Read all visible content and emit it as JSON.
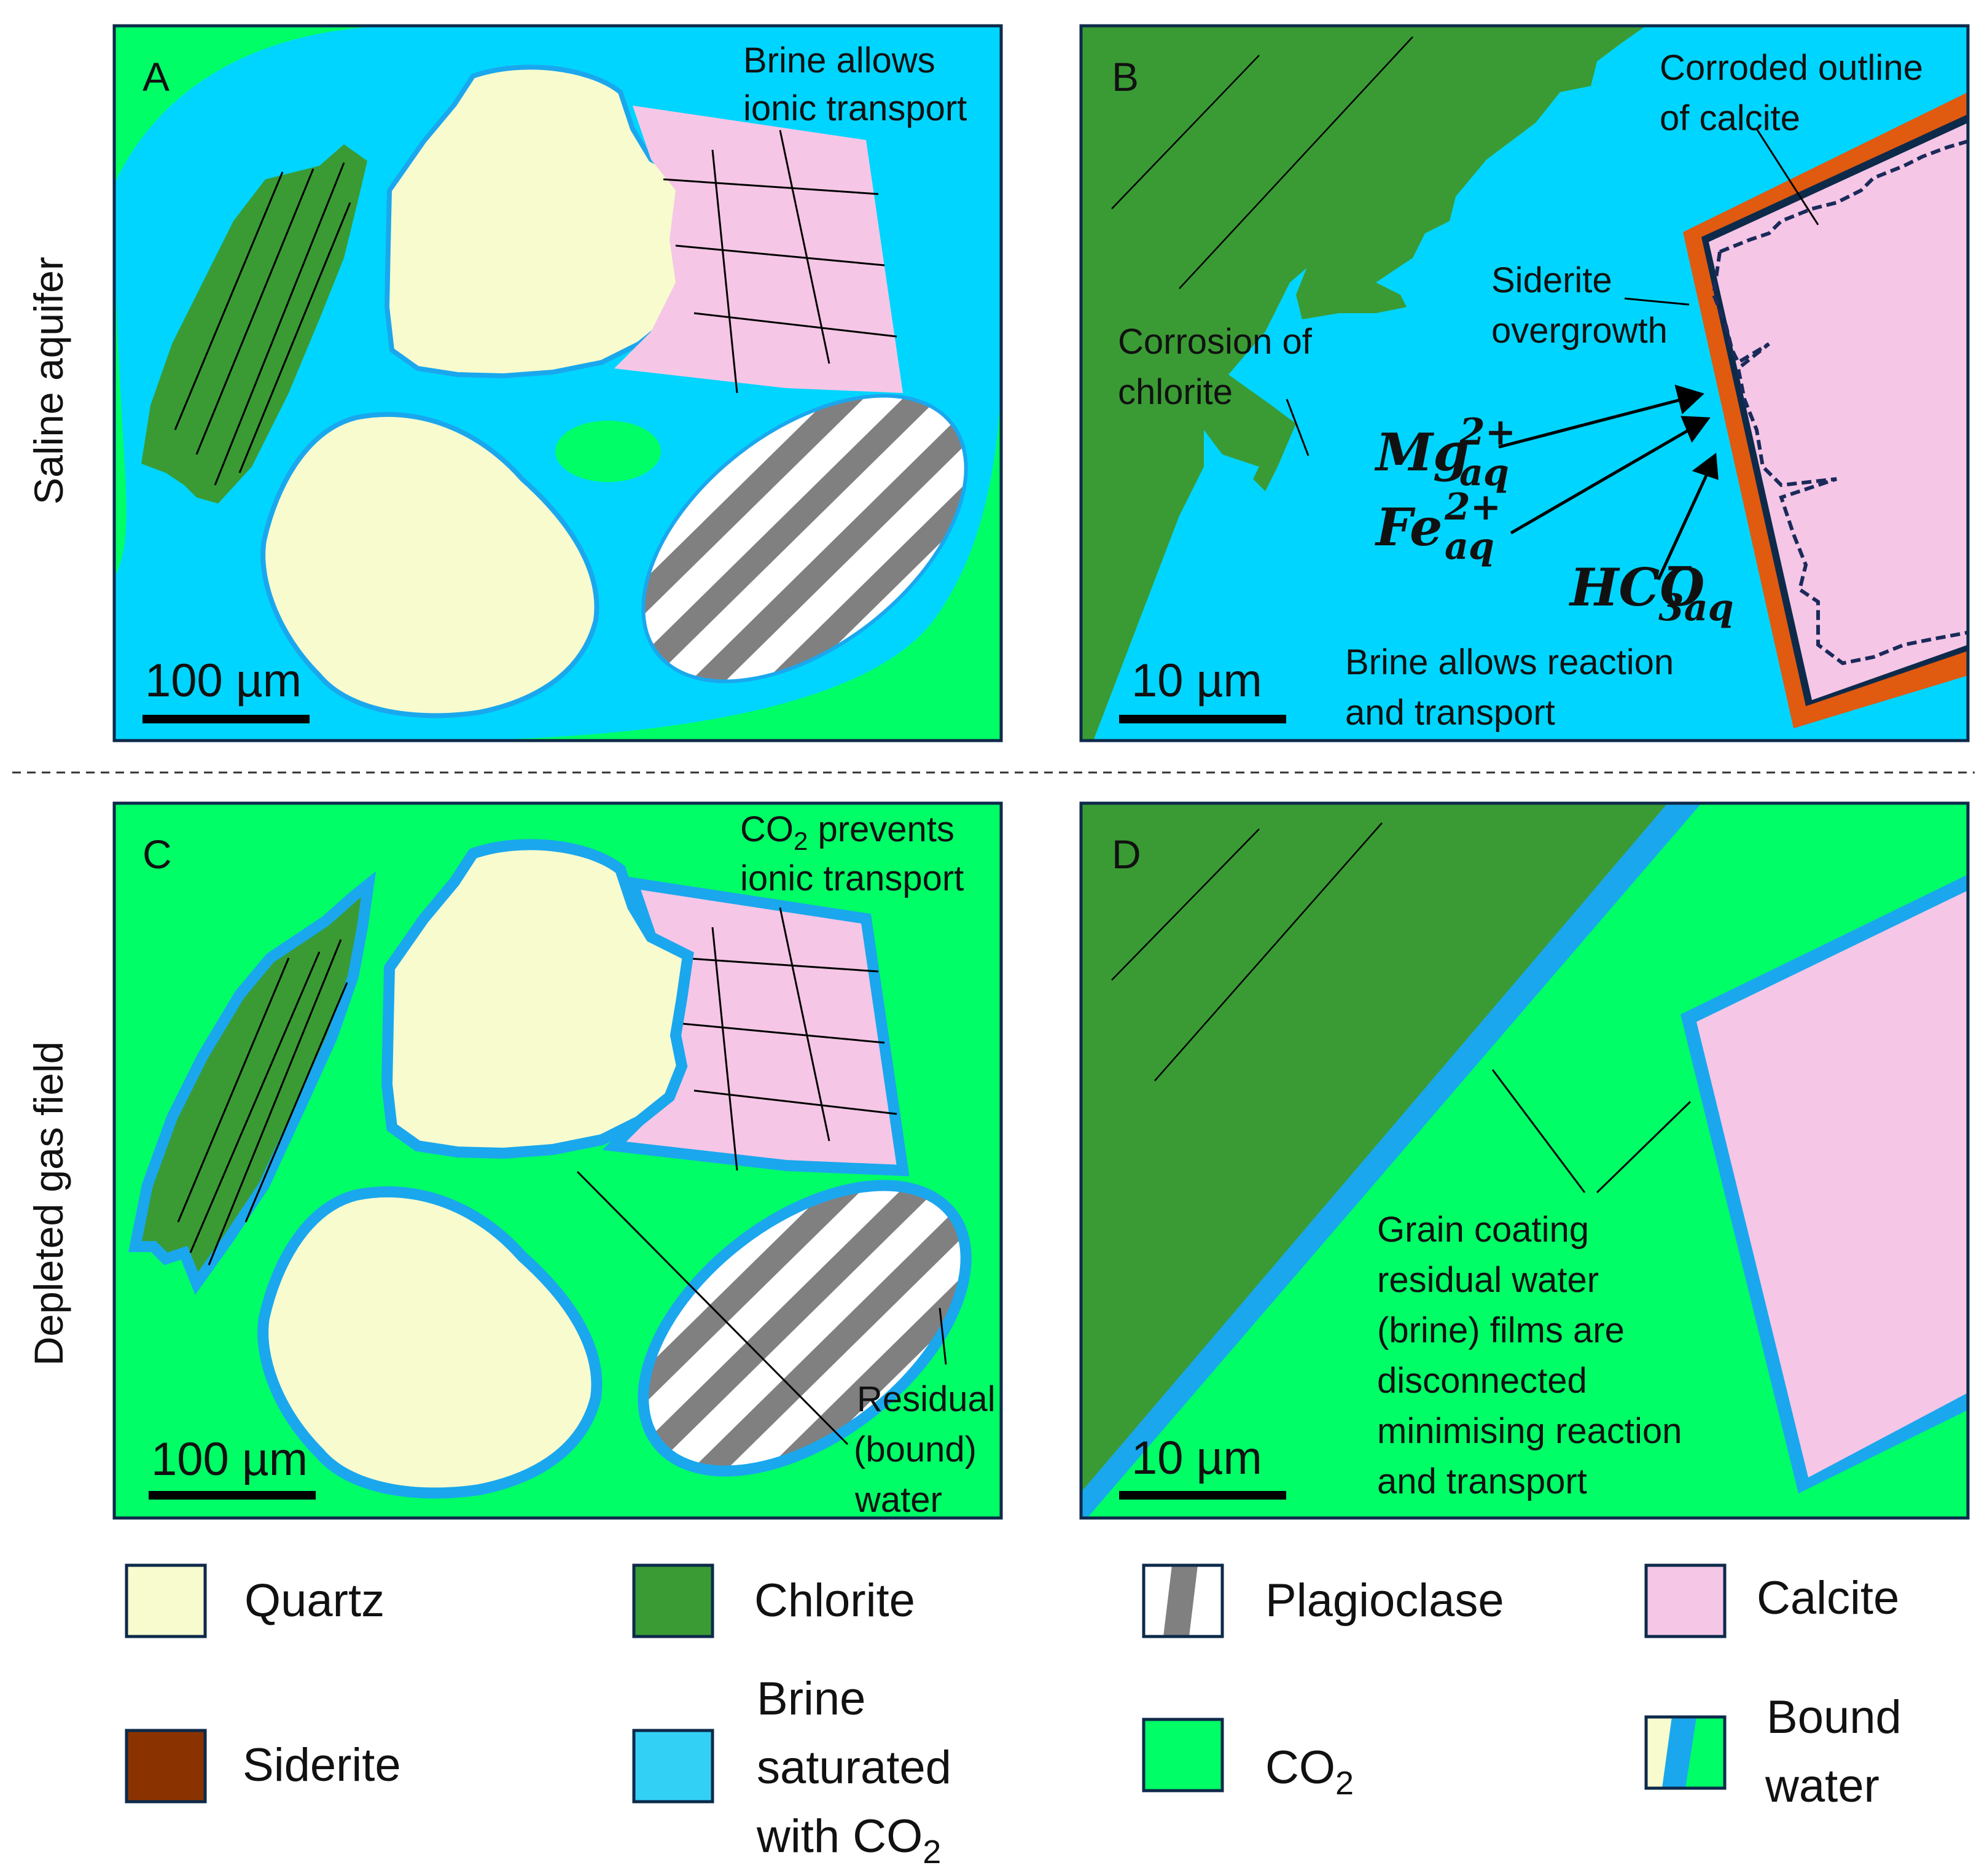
{
  "row_labels": [
    "Saline aquifer",
    "Depleted gas field"
  ],
  "panels": {
    "A": {
      "letter": "A",
      "annotation": [
        "Brine allows",
        "ionic  transport"
      ],
      "scale": "100 µm"
    },
    "B": {
      "letter": "B",
      "corroded": [
        "Corroded outline",
        "of calcite"
      ],
      "siderite": [
        "Siderite",
        "overgrowth"
      ],
      "corrosion": [
        "Corrosion of",
        "chlorite"
      ],
      "ions": [
        {
          "base": "Mg",
          "sup": "2+",
          "sub": "aq"
        },
        {
          "base": "Fe",
          "sup": "2+",
          "sub": "aq"
        },
        {
          "base": "HCO",
          "sup": "−",
          "sub": "3aq"
        }
      ],
      "brine_note": [
        "Brine allows reaction",
        "and transport"
      ],
      "scale": "10 µm"
    },
    "C": {
      "letter": "C",
      "co2_line1_main": "CO",
      "co2_line1_sub": "2",
      "co2_line1_rest": " prevents",
      "co2_line2": "ionic  transport",
      "residual": [
        "Residual",
        "(bound)",
        "water"
      ],
      "scale": "100 µm"
    },
    "D": {
      "letter": "D",
      "coating": [
        "Grain coating",
        "residual water",
        "(brine) films are",
        "disconnected",
        "minimising reaction",
        "and transport"
      ],
      "scale": "10 µm"
    }
  },
  "legend": {
    "quartz": "Quartz",
    "chlorite": "Chlorite",
    "plagioclase": "Plagioclase",
    "calcite": "Calcite",
    "siderite": "Siderite",
    "brine": [
      "Brine",
      "saturated",
      "with CO"
    ],
    "brine_sub": "2",
    "co2": "CO",
    "co2_sub": "2",
    "bound": [
      "Bound",
      "water"
    ]
  },
  "colors": {
    "brine": "#00d5ff",
    "co2": "#00ff66",
    "quartz": "#f7fbce",
    "chlorite": "#3a9b34",
    "calcite": "#f5c6e6",
    "plagioclase_stripe": "#808080",
    "siderite_rim": "#e05a10",
    "siderite_legend": "#8b3300",
    "bound_water": "#1aa7ee",
    "frame": "#0d2a4a"
  }
}
